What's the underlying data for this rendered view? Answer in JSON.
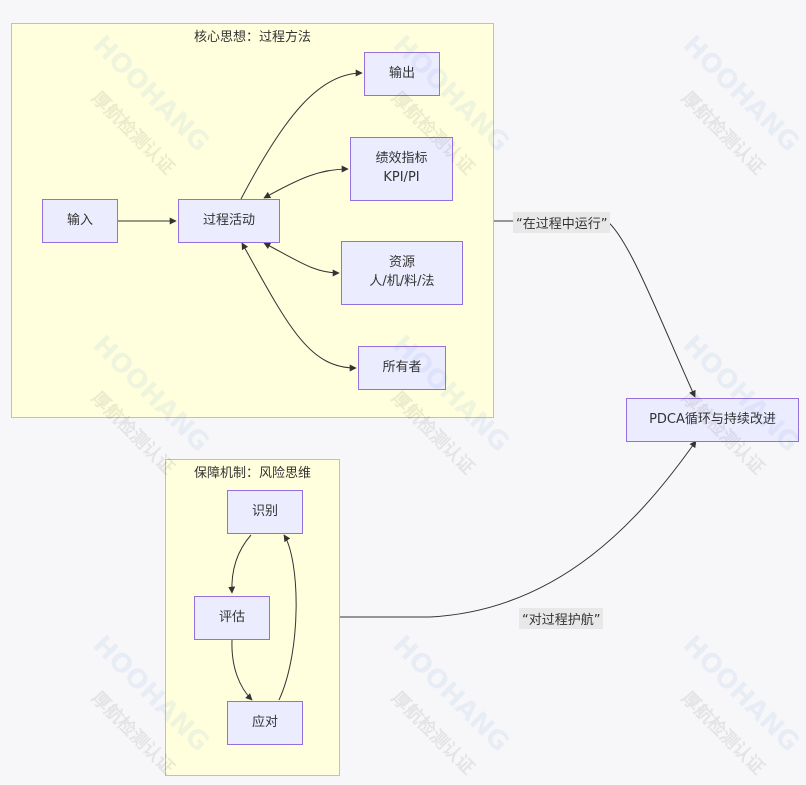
{
  "clusters": {
    "core": {
      "title": "核心思想：过程方法"
    },
    "risk": {
      "title": "保障机制：风险思维"
    }
  },
  "nodes": {
    "input": {
      "label": "输入"
    },
    "process": {
      "label": "过程活动"
    },
    "output": {
      "label": "输出"
    },
    "kpi": {
      "line1": "绩效指标",
      "line2": "KPI/PI"
    },
    "resource": {
      "line1": "资源",
      "line2": "人/机/料/法"
    },
    "owner": {
      "label": "所有者"
    },
    "identify": {
      "label": "识别"
    },
    "assess": {
      "label": "评估"
    },
    "respond": {
      "label": "应对"
    },
    "pdca": {
      "label": "PDCA循环与持续改进"
    }
  },
  "edge_labels": {
    "run_in_process": "“在过程中运行”",
    "escort_process": "“对过程护航”"
  },
  "watermark": {
    "brand": "HOOHANG",
    "name": "厚航检测认证"
  },
  "colors": {
    "cluster_fill": "#ffffde",
    "cluster_border": "#c9c97a",
    "node_fill": "#ececff",
    "node_border": "#9370db",
    "edge": "#333333"
  }
}
